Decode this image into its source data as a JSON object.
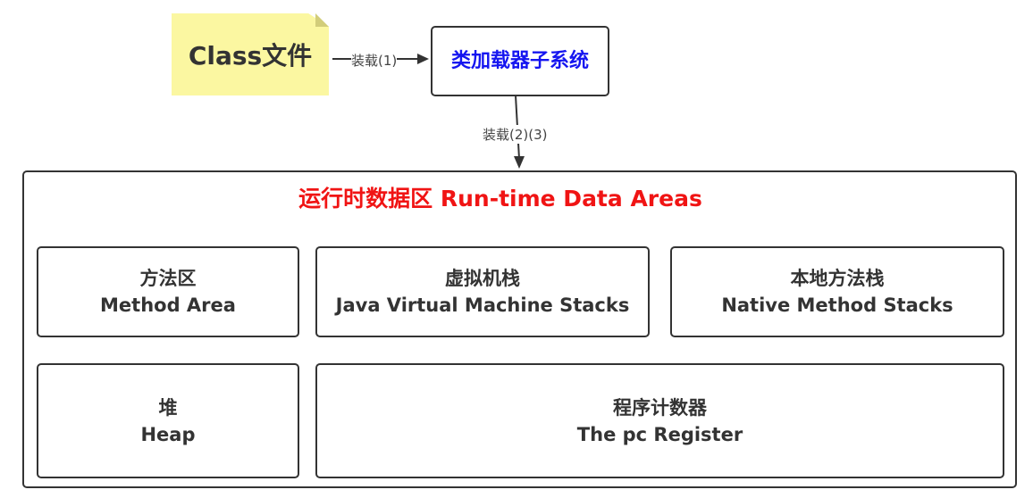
{
  "class_file": {
    "label": "Class文件"
  },
  "class_loader": {
    "label": "类加载器子系统"
  },
  "edges": {
    "load1": "装载(1)",
    "load23": "装载(2)(3)"
  },
  "runtime": {
    "title": "运行时数据区 Run-time Data Areas",
    "areas": [
      {
        "zh": "方法区",
        "en": "Method Area"
      },
      {
        "zh": "虚拟机栈",
        "en": "Java Virtual Machine Stacks"
      },
      {
        "zh": "本地方法栈",
        "en": "Native Method Stacks"
      },
      {
        "zh": "堆",
        "en": "Heap"
      },
      {
        "zh": "程序计数器",
        "en": "The pc Register"
      }
    ]
  }
}
